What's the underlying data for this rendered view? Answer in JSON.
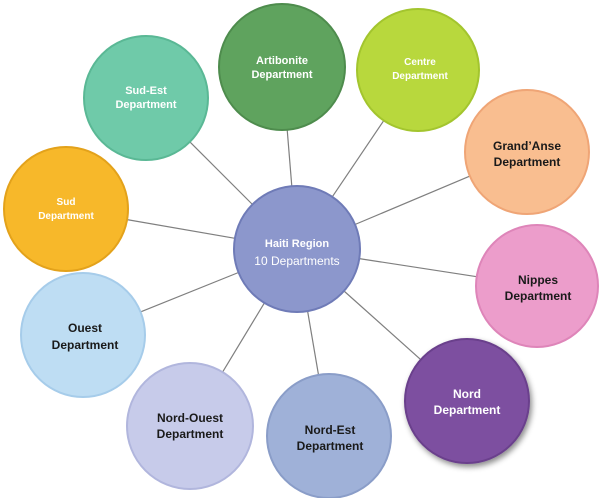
{
  "center": {
    "line1": "Haiti Region",
    "line2": "10 Departments",
    "fill": "#8C97CC",
    "stroke": "#6F7BB7",
    "text_color": "#ffffff"
  },
  "nodes": [
    {
      "id": "artibonite",
      "line1": "Artibonite",
      "line2": "Department",
      "fill": "#5FA35E",
      "stroke": "#4E8C4D",
      "text_color": "#ffffff"
    },
    {
      "id": "centre",
      "line1": "Centre",
      "line2": "Department",
      "fill": "#B8D83D",
      "stroke": "#A3C52E",
      "text_color": "#ffffff"
    },
    {
      "id": "grandanse",
      "line1": "Grand’Anse",
      "line2": "Department",
      "fill": "#F9BE90",
      "stroke": "#EFA576",
      "text_color": "#1a1a1a"
    },
    {
      "id": "nippes",
      "line1": "Nippes",
      "line2": "Department",
      "fill": "#EC9DCB",
      "stroke": "#DE85B9",
      "text_color": "#1a1a1a"
    },
    {
      "id": "nord",
      "line1": "Nord",
      "line2": "Department",
      "fill": "#7D4FA0",
      "stroke": "#6A3F8C",
      "text_color": "#ffffff"
    },
    {
      "id": "nordest",
      "line1": "Nord-Est",
      "line2": "Department",
      "fill": "#9FB1D8",
      "stroke": "#8A9DC8",
      "text_color": "#1a1a1a"
    },
    {
      "id": "nordouest",
      "line1": "Nord-Ouest",
      "line2": "Department",
      "fill": "#C7CBEA",
      "stroke": "#B1B6DD",
      "text_color": "#1a1a1a"
    },
    {
      "id": "ouest",
      "line1": "Ouest",
      "line2": "Department",
      "fill": "#BEDDF3",
      "stroke": "#A6CCEA",
      "text_color": "#1a1a1a"
    },
    {
      "id": "sud",
      "line1": "Sud",
      "line2": "Department",
      "fill": "#F7B82A",
      "stroke": "#E3A21B",
      "text_color": "#ffffff"
    },
    {
      "id": "sudest",
      "line1": "Sud-Est",
      "line2": "Department",
      "fill": "#6FCAA9",
      "stroke": "#5AB895",
      "text_color": "#ffffff"
    }
  ],
  "connector_color": "#7f7f7f"
}
